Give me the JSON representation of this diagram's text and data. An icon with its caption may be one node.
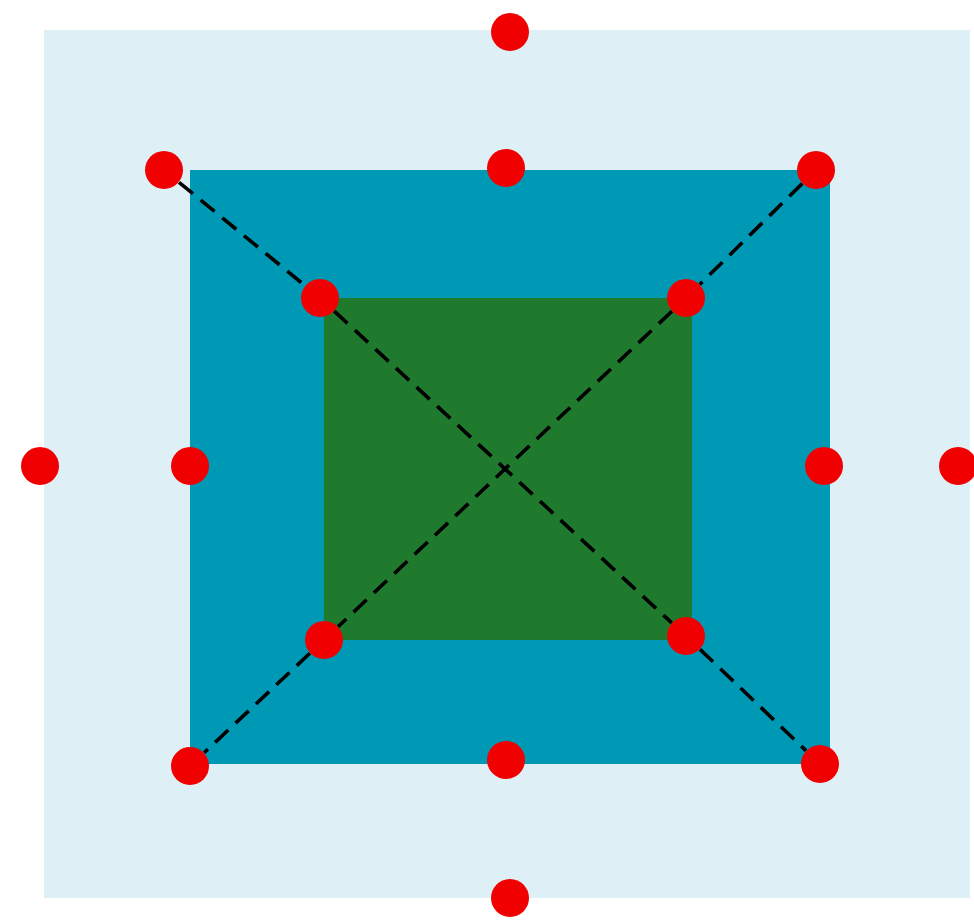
{
  "diagram": {
    "nodes": [
      {
        "text": [],
        "shape": "circle"
      },
      {
        "text": [],
        "shape": "circle"
      },
      {
        "text": [],
        "shape": "circle"
      },
      {
        "text": [],
        "shape": "circle"
      },
      {
        "text": [],
        "shape": "circle"
      },
      {
        "text": [],
        "shape": "circle"
      },
      {
        "text": [],
        "shape": "circle"
      },
      {
        "text": [],
        "shape": "circle"
      },
      {
        "text": [],
        "shape": "circle"
      },
      {
        "text": [],
        "shape": "circle"
      },
      {
        "text": [],
        "shape": "circle"
      },
      {
        "text": [],
        "shape": "circle"
      },
      {
        "text": [],
        "shape": "circle"
      },
      {
        "text": [],
        "shape": "circle"
      },
      {
        "text": [],
        "shape": "circle"
      },
      {
        "text": [],
        "shape": "circle"
      }
    ],
    "edges": [
      {
        "from": 1,
        "to": 4,
        "arrow": "none",
        "style": "dashed"
      },
      {
        "from": 4,
        "to": 11,
        "arrow": "none",
        "style": "dashed"
      },
      {
        "from": 11,
        "to": 14,
        "arrow": "none",
        "style": "dashed"
      },
      {
        "from": 3,
        "to": 5,
        "arrow": "none",
        "style": "dashed"
      },
      {
        "from": 5,
        "to": 10,
        "arrow": "none",
        "style": "dashed"
      },
      {
        "from": 10,
        "to": 12,
        "arrow": "none",
        "style": "dashed"
      }
    ]
  }
}
